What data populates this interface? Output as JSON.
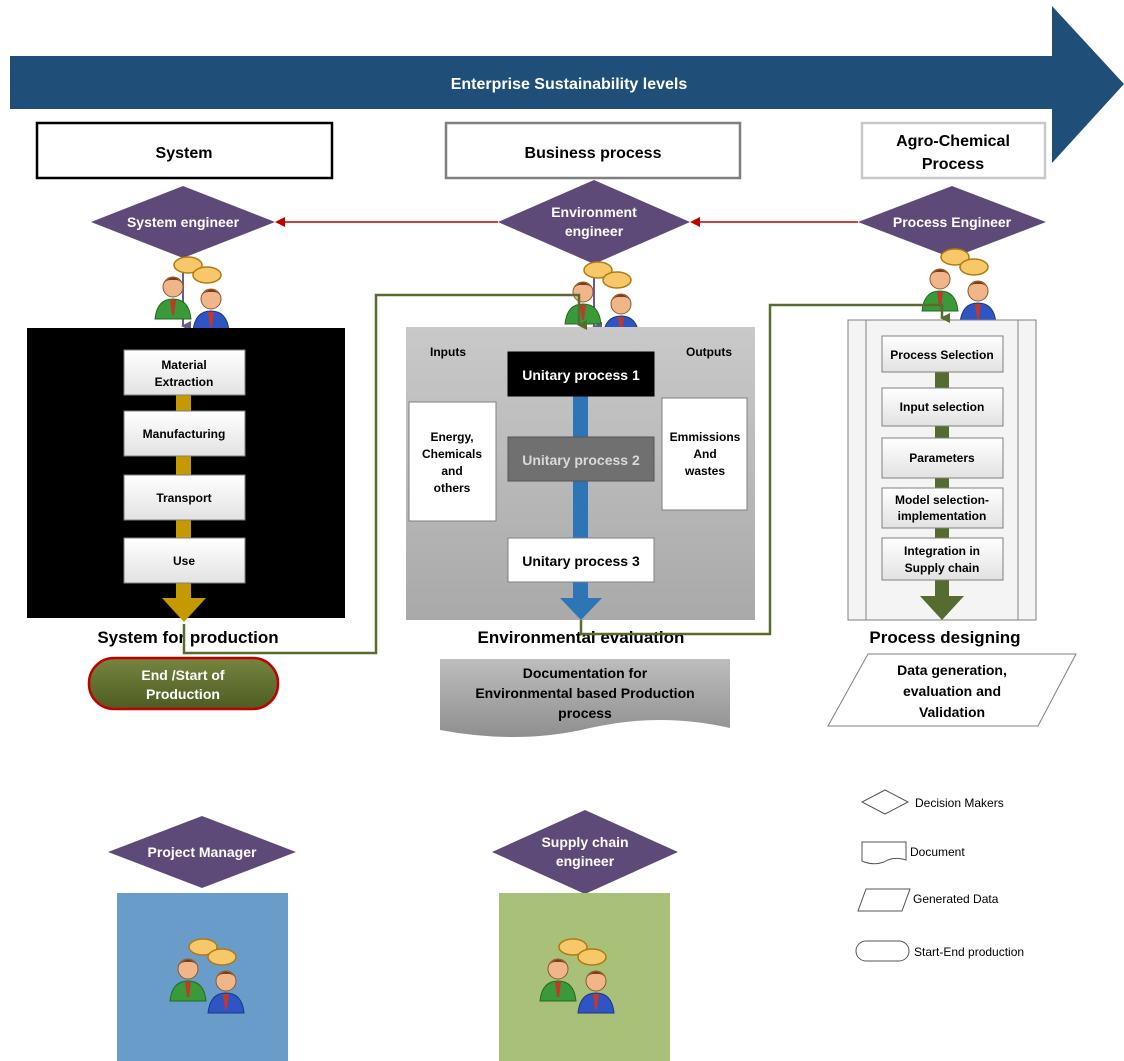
{
  "banner": {
    "title": "Enterprise Sustainability levels"
  },
  "levels": {
    "system": "System",
    "business": "Business process",
    "agro_line1": "Agro-Chemical",
    "agro_line2": "Process"
  },
  "decision_makers": {
    "system_engineer": "System engineer",
    "environment_line1": "Environment",
    "environment_line2": "engineer",
    "process_engineer": "Process Engineer",
    "project_manager": "Project Manager",
    "supply_line1": "Supply chain",
    "supply_line2": "engineer"
  },
  "system_panel": {
    "steps": [
      {
        "line1": "Material",
        "line2": "Extraction"
      },
      {
        "line1": "Manufacturing",
        "line2": ""
      },
      {
        "line1": "Transport",
        "line2": ""
      },
      {
        "line1": "Use",
        "line2": ""
      }
    ],
    "caption": "System for production"
  },
  "terminator": {
    "line1": "End /Start of",
    "line2": "Production"
  },
  "environment_panel": {
    "inputs_label": "Inputs",
    "outputs_label": "Outputs",
    "unit1": "Unitary process 1",
    "unit2": "Unitary process 2",
    "unit3": "Unitary process 3",
    "input_box": [
      "Energy,",
      "Chemicals",
      "and",
      "others"
    ],
    "output_box": [
      "Emmissions",
      "And",
      "wastes"
    ],
    "caption": "Environmental evaluation"
  },
  "document": {
    "lines": [
      "Documentation for",
      "Environmental based Production",
      "process"
    ]
  },
  "process_panel": {
    "steps": [
      {
        "line1": "Process Selection",
        "line2": ""
      },
      {
        "line1": "Input selection",
        "line2": ""
      },
      {
        "line1": "Parameters",
        "line2": ""
      },
      {
        "line1": "Model selection-",
        "line2": "implementation"
      },
      {
        "line1": "Integration in",
        "line2": "Supply chain"
      }
    ],
    "caption": "Process designing"
  },
  "data_box": {
    "lines": [
      "Data generation,",
      "evaluation and",
      "Validation"
    ]
  },
  "legend": {
    "decision": "Decision Makers",
    "document": "Document",
    "data": "Generated Data",
    "startend": "Start-End production"
  },
  "colors": {
    "banner": "#1f4e79",
    "diamond": "#5e4a78",
    "arrow_red": "#c00000",
    "green_line": "#5a6b30",
    "gold": "#c59a00",
    "blue_flow": "#2e75b6",
    "olive_flow": "#556b2f",
    "terminator": "#5f6f2e",
    "pm_box": "#6a9cc9",
    "sc_box": "#a8c078"
  }
}
